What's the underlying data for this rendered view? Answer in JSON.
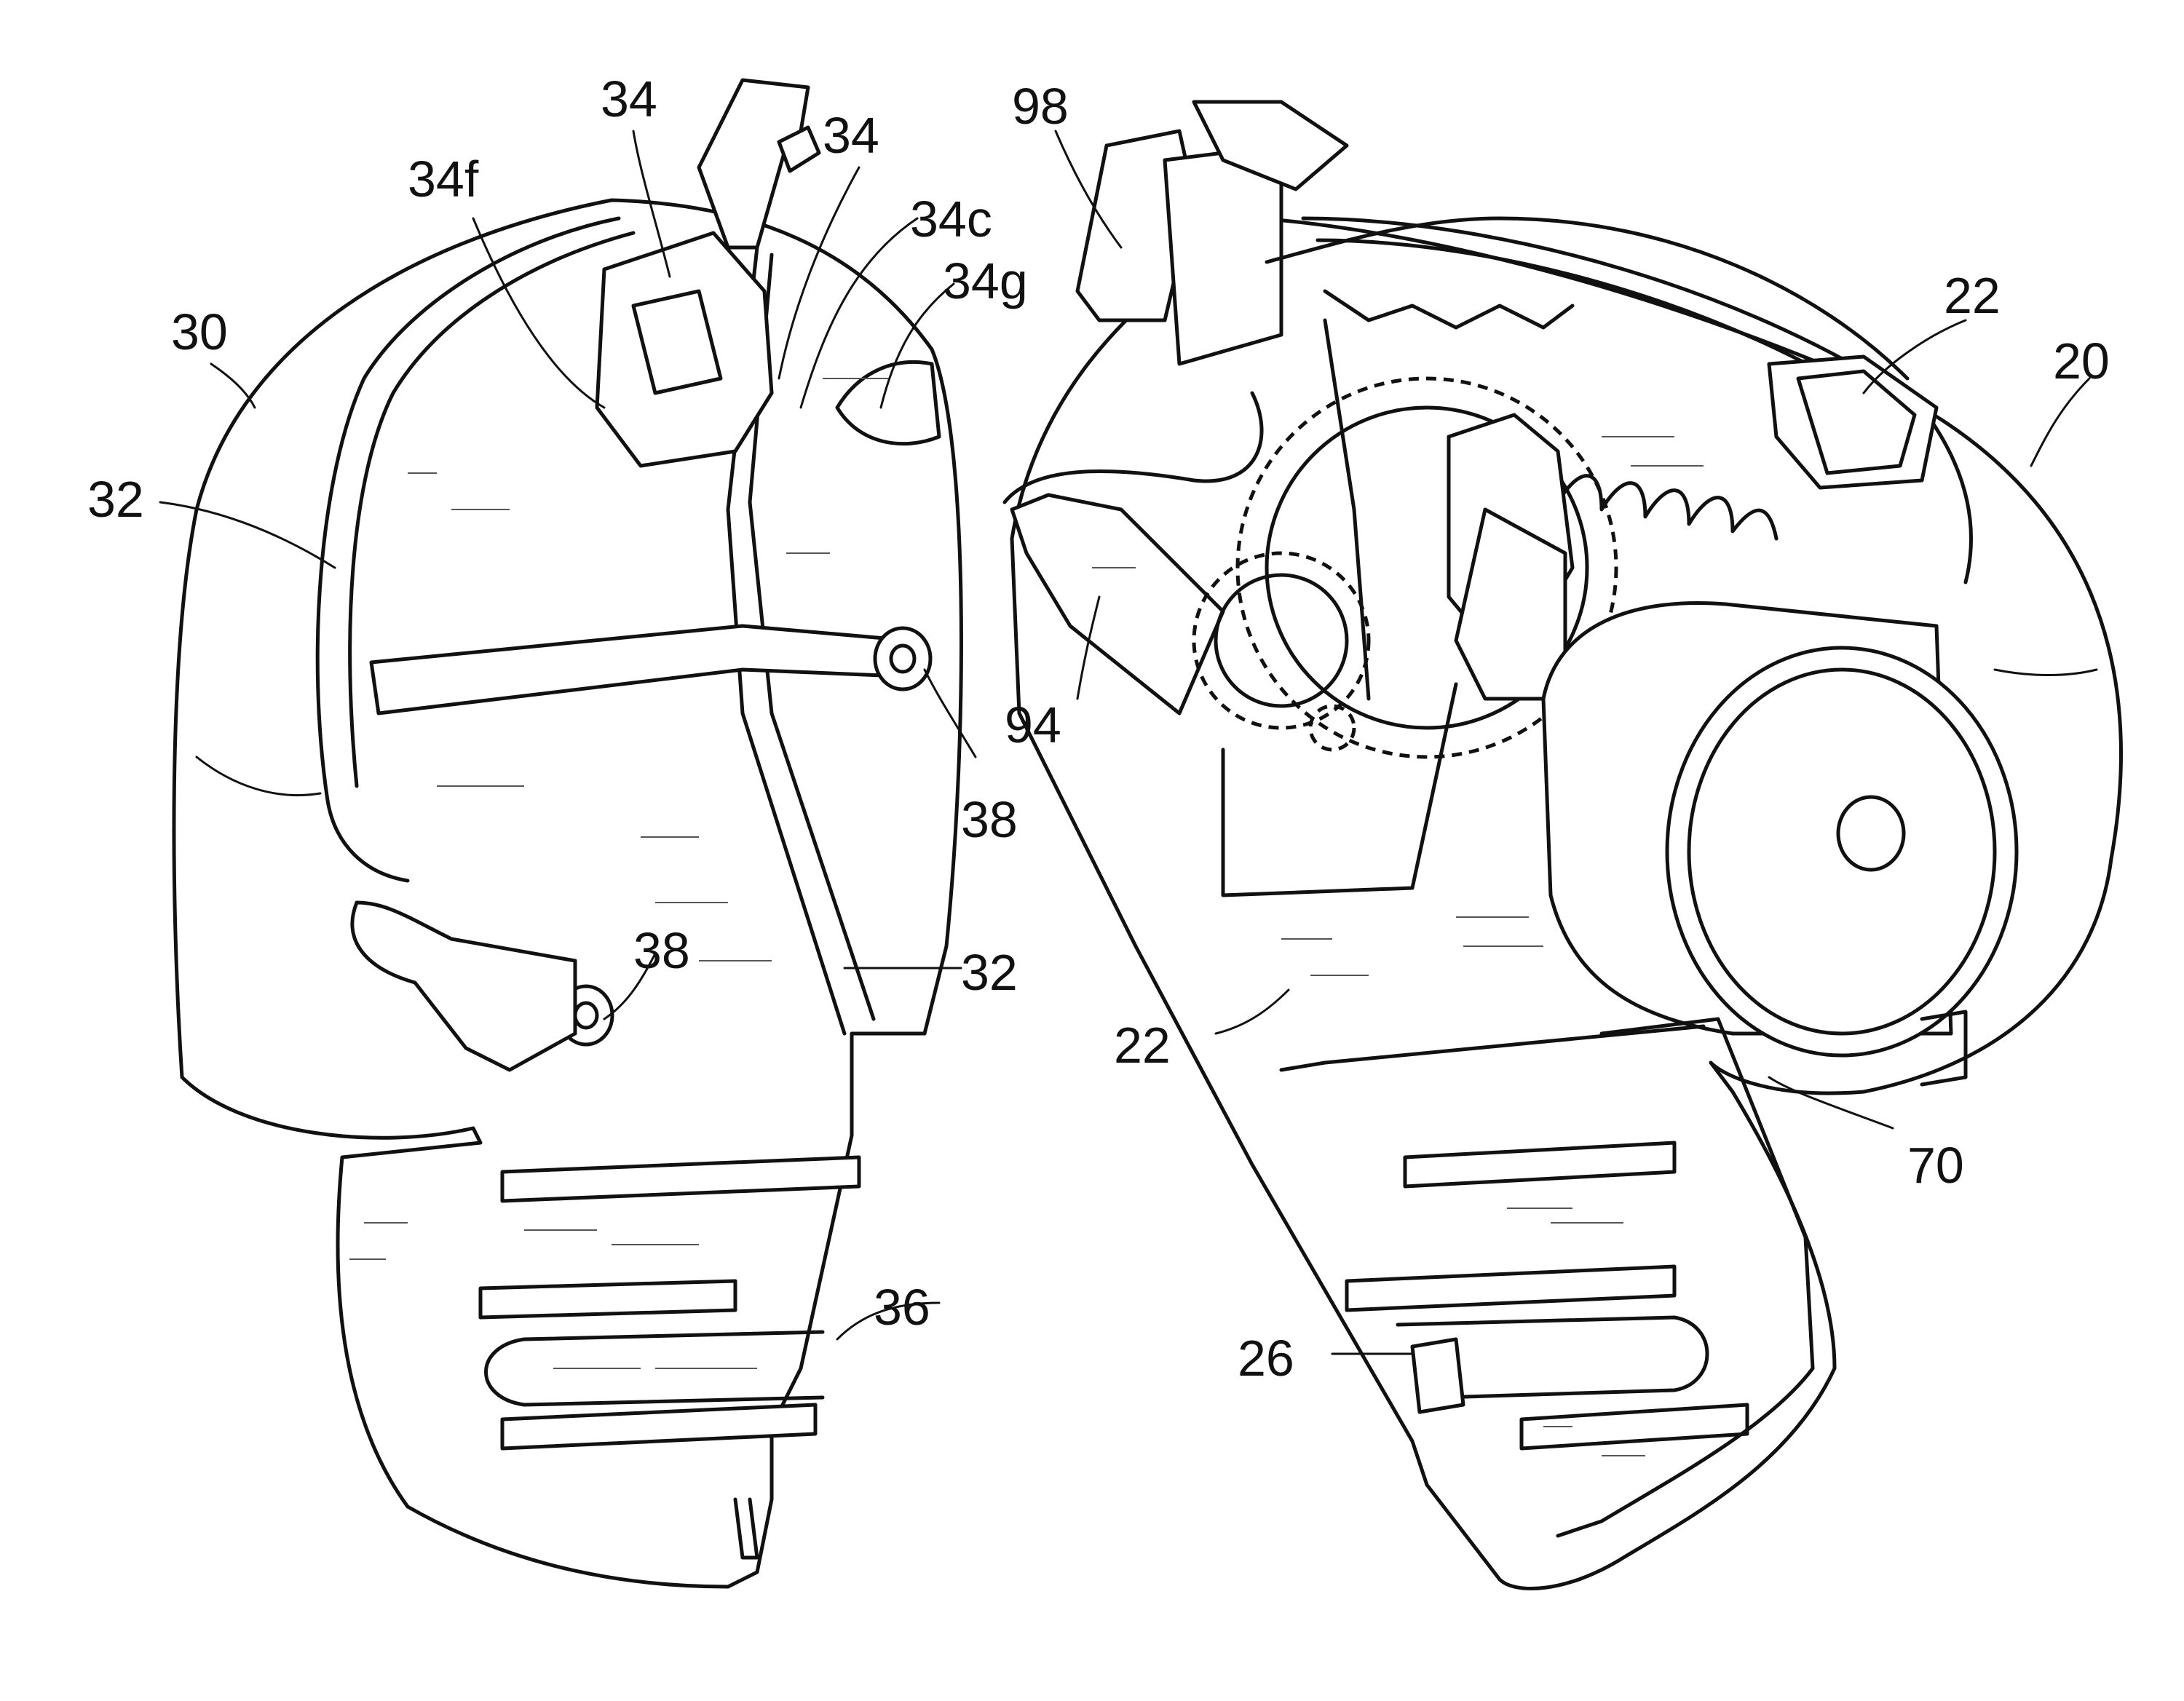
{
  "figure": {
    "left_housing": {
      "labels": [
        "30",
        "32",
        "34f",
        "34",
        "34",
        "34c",
        "34g",
        "38",
        "38",
        "32",
        "36"
      ]
    },
    "right_housing": {
      "labels": [
        "98",
        "22",
        "20",
        "94",
        "22",
        "70",
        "26"
      ]
    }
  }
}
